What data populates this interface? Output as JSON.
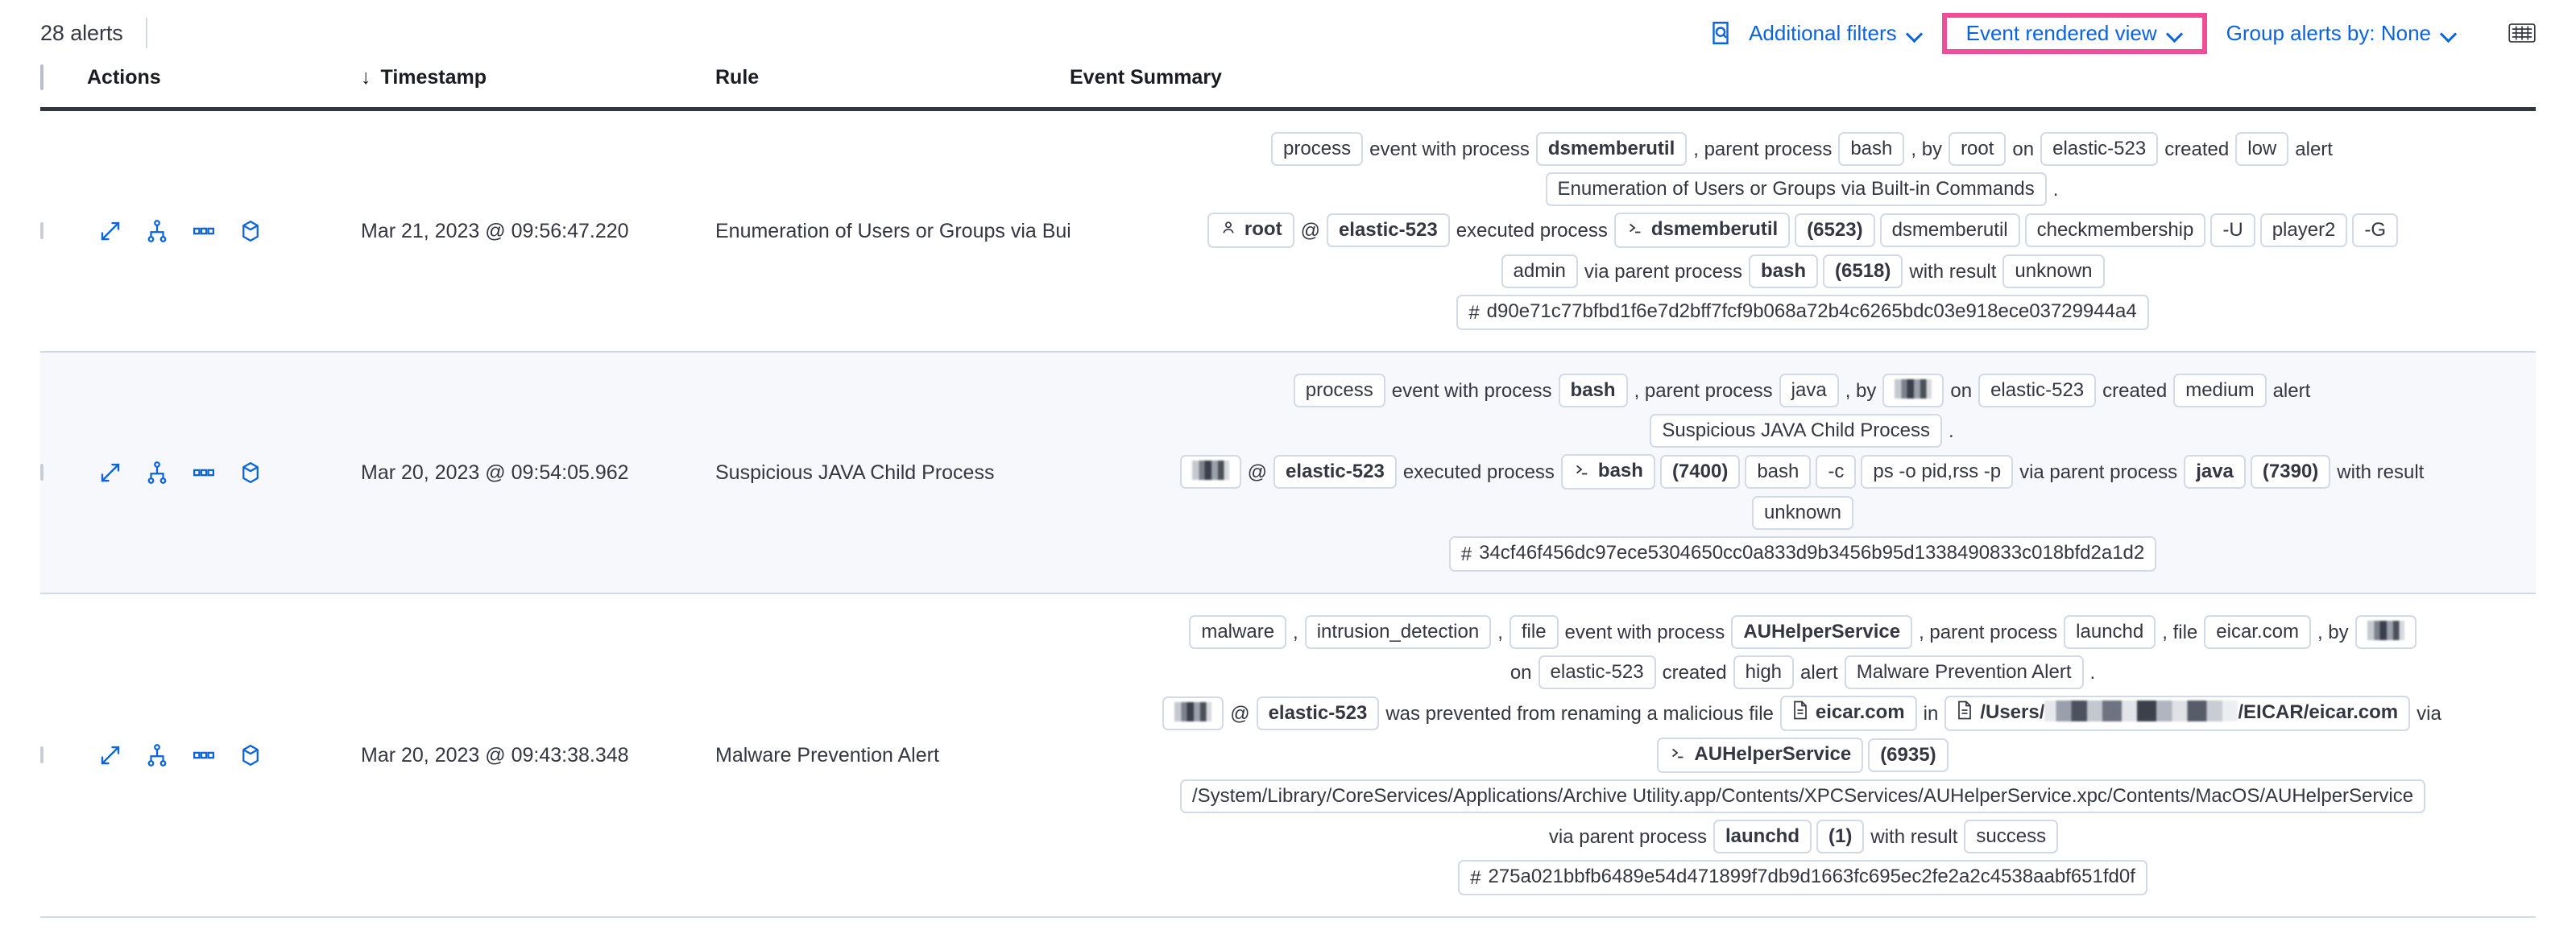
{
  "toolbar": {
    "alerts_count": "28 alerts",
    "inspect_icon": "inspect-icon",
    "additional_filters": "Additional filters",
    "event_rendered_view": "Event rendered view",
    "group_alerts_by": "Group alerts by: None",
    "keyboard_icon": "keyboard-icon",
    "highlight_color": "#f04e98",
    "link_color": "#0b64dd"
  },
  "table": {
    "headers": {
      "select_all": "",
      "actions": "Actions",
      "timestamp": "Timestamp",
      "sort_arrow": "↓",
      "rule": "Rule",
      "event_summary": "Event Summary"
    },
    "row_actions": [
      {
        "name": "expand-icon",
        "title": "Expand"
      },
      {
        "name": "analyzer-icon",
        "title": "Analyze event"
      },
      {
        "name": "more-actions-icon",
        "title": "More actions"
      },
      {
        "name": "session-view-icon",
        "title": "Session view"
      }
    ],
    "rows": [
      {
        "timestamp": "Mar 21, 2023 @ 09:56:47.220",
        "rule": "Enumeration of Users or Groups via Bui",
        "severity": "low",
        "host": "elastic-523",
        "summary_lines": [
          [
            {
              "t": "chip",
              "v": "process"
            },
            {
              "t": "text",
              "v": "event with process"
            },
            {
              "t": "chip",
              "v": "dsmemberutil",
              "bold": true
            },
            {
              "t": "text",
              "v": ", parent process"
            },
            {
              "t": "chip",
              "v": "bash"
            },
            {
              "t": "text",
              "v": ", by"
            },
            {
              "t": "chip",
              "v": "root"
            },
            {
              "t": "text",
              "v": "on"
            },
            {
              "t": "chip",
              "v": "elastic-523"
            },
            {
              "t": "text",
              "v": "created"
            },
            {
              "t": "chip",
              "v": "low"
            },
            {
              "t": "text",
              "v": "alert"
            }
          ],
          [
            {
              "t": "chip",
              "v": "Enumeration of Users or Groups via Built-in Commands"
            },
            {
              "t": "text",
              "v": "."
            }
          ],
          [
            {
              "t": "chip",
              "v": "root",
              "icon": "user-icon",
              "bold": true
            },
            {
              "t": "text",
              "v": "@"
            },
            {
              "t": "chip",
              "v": "elastic-523",
              "bold": true
            },
            {
              "t": "text",
              "v": "executed process"
            },
            {
              "t": "chip",
              "v": "dsmemberutil",
              "icon": "console-icon",
              "bold": true
            },
            {
              "t": "chip",
              "v": "(6523)",
              "bold": true
            },
            {
              "t": "chip",
              "v": "dsmemberutil"
            },
            {
              "t": "chip",
              "v": "checkmembership"
            },
            {
              "t": "chip",
              "v": "-U"
            },
            {
              "t": "chip",
              "v": "player2"
            },
            {
              "t": "chip",
              "v": "-G"
            }
          ],
          [
            {
              "t": "chip",
              "v": "admin"
            },
            {
              "t": "text",
              "v": "via parent process"
            },
            {
              "t": "chip",
              "v": "bash",
              "bold": true
            },
            {
              "t": "chip",
              "v": "(6518)",
              "bold": true
            },
            {
              "t": "text",
              "v": "with result"
            },
            {
              "t": "chip",
              "v": "unknown"
            }
          ],
          [
            {
              "t": "chip",
              "v": "d90e71c77bfbd1f6e7d2bff7fcf9b068a72b4c6265bdc03e918ece03729944a4",
              "icon": "hash-icon"
            }
          ]
        ]
      },
      {
        "timestamp": "Mar 20, 2023 @ 09:54:05.962",
        "rule": "Suspicious JAVA Child Process",
        "severity": "medium",
        "host": "elastic-523",
        "summary_lines": [
          [
            {
              "t": "chip",
              "v": "process"
            },
            {
              "t": "text",
              "v": "event with process"
            },
            {
              "t": "chip",
              "v": "bash",
              "bold": true
            },
            {
              "t": "text",
              "v": ", parent process"
            },
            {
              "t": "chip",
              "v": "java"
            },
            {
              "t": "text",
              "v": ", by"
            },
            {
              "t": "chip",
              "v": "",
              "redact": "sm"
            },
            {
              "t": "text",
              "v": "on"
            },
            {
              "t": "chip",
              "v": "elastic-523"
            },
            {
              "t": "text",
              "v": "created"
            },
            {
              "t": "chip",
              "v": "medium"
            },
            {
              "t": "text",
              "v": "alert"
            }
          ],
          [
            {
              "t": "chip",
              "v": "Suspicious JAVA Child Process"
            },
            {
              "t": "text",
              "v": "."
            }
          ],
          [
            {
              "t": "chip",
              "v": "",
              "redact": "sm"
            },
            {
              "t": "text",
              "v": "@"
            },
            {
              "t": "chip",
              "v": "elastic-523",
              "bold": true
            },
            {
              "t": "text",
              "v": "executed process"
            },
            {
              "t": "chip",
              "v": "bash",
              "icon": "console-icon",
              "bold": true
            },
            {
              "t": "chip",
              "v": "(7400)",
              "bold": true
            },
            {
              "t": "chip",
              "v": "bash"
            },
            {
              "t": "chip",
              "v": "-c"
            },
            {
              "t": "chip",
              "v": "ps -o pid,rss -p"
            },
            {
              "t": "text",
              "v": "via parent process"
            },
            {
              "t": "chip",
              "v": "java",
              "bold": true
            },
            {
              "t": "chip",
              "v": "(7390)",
              "bold": true
            },
            {
              "t": "text",
              "v": "with result"
            }
          ],
          [
            {
              "t": "chip",
              "v": "unknown"
            }
          ],
          [
            {
              "t": "chip",
              "v": "34cf46f456dc97ece5304650cc0a833d9b3456b95d1338490833c018bfd2a1d2",
              "icon": "hash-icon"
            }
          ]
        ]
      },
      {
        "timestamp": "Mar 20, 2023 @ 09:43:38.348",
        "rule": "Malware Prevention Alert",
        "severity": "high",
        "host": "elastic-523",
        "summary_lines": [
          [
            {
              "t": "chip",
              "v": "malware"
            },
            {
              "t": "text",
              "v": ","
            },
            {
              "t": "chip",
              "v": "intrusion_detection"
            },
            {
              "t": "text",
              "v": ","
            },
            {
              "t": "chip",
              "v": "file"
            },
            {
              "t": "text",
              "v": "event with process"
            },
            {
              "t": "chip",
              "v": "AUHelperService",
              "bold": true
            },
            {
              "t": "text",
              "v": ", parent process"
            },
            {
              "t": "chip",
              "v": "launchd"
            },
            {
              "t": "text",
              "v": ", file"
            },
            {
              "t": "chip",
              "v": "eicar.com"
            },
            {
              "t": "text",
              "v": ", by"
            },
            {
              "t": "chip",
              "v": "",
              "redact": "sm"
            }
          ],
          [
            {
              "t": "text",
              "v": "on"
            },
            {
              "t": "chip",
              "v": "elastic-523"
            },
            {
              "t": "text",
              "v": "created"
            },
            {
              "t": "chip",
              "v": "high"
            },
            {
              "t": "text",
              "v": "alert"
            },
            {
              "t": "chip",
              "v": "Malware Prevention Alert"
            },
            {
              "t": "text",
              "v": "."
            }
          ],
          [
            {
              "t": "chip",
              "v": "",
              "redact": "sm"
            },
            {
              "t": "text",
              "v": "@"
            },
            {
              "t": "chip",
              "v": "elastic-523",
              "bold": true
            },
            {
              "t": "text",
              "v": "was prevented from renaming a malicious file"
            },
            {
              "t": "chip",
              "v": "eicar.com",
              "icon": "file-icon",
              "bold": true
            },
            {
              "t": "text",
              "v": "in"
            },
            {
              "t": "chip",
              "v": "/Users/",
              "icon": "file-icon",
              "bold": true,
              "redact": "path",
              "suffix": "/EICAR/eicar.com"
            },
            {
              "t": "text",
              "v": "via"
            }
          ],
          [
            {
              "t": "chip",
              "v": "AUHelperService",
              "icon": "console-icon",
              "bold": true
            },
            {
              "t": "chip",
              "v": "(6935)",
              "bold": true
            }
          ],
          [
            {
              "t": "chip",
              "v": "/System/Library/CoreServices/Applications/Archive Utility.app/Contents/XPCServices/AUHelperService.xpc/Contents/MacOS/AUHelperService"
            }
          ],
          [
            {
              "t": "text",
              "v": "via parent process"
            },
            {
              "t": "chip",
              "v": "launchd",
              "bold": true
            },
            {
              "t": "chip",
              "v": "(1)",
              "bold": true
            },
            {
              "t": "text",
              "v": "with result"
            },
            {
              "t": "chip",
              "v": "success"
            }
          ],
          [
            {
              "t": "chip",
              "v": "275a021bbfb6489e54d471899f7db9d1663fc695ec2fe2a2c4538aabf651fd0f",
              "icon": "hash-icon"
            }
          ]
        ]
      }
    ]
  }
}
